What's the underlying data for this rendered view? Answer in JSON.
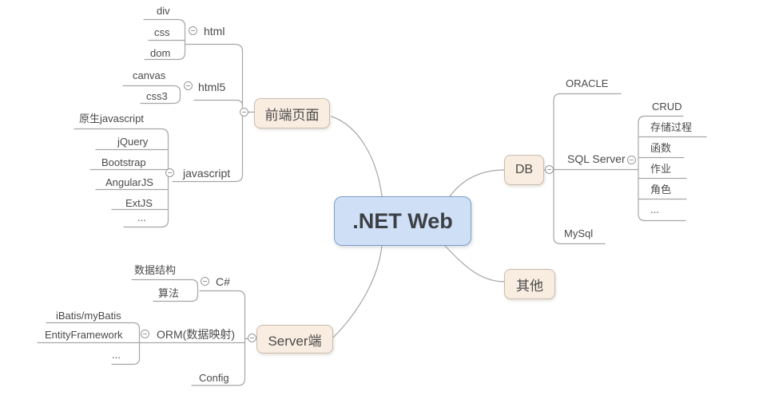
{
  "map": {
    "root": {
      "label": ".NET Web",
      "children": [
        {
          "label": "前端页面",
          "children": [
            {
              "label": "html",
              "children": [
                {
                  "label": "div"
                },
                {
                  "label": "css"
                },
                {
                  "label": "dom"
                }
              ]
            },
            {
              "label": "html5",
              "children": [
                {
                  "label": "canvas"
                },
                {
                  "label": "css3"
                }
              ]
            },
            {
              "label": "javascript",
              "children": [
                {
                  "label": "原生javascript"
                },
                {
                  "label": "jQuery"
                },
                {
                  "label": "Bootstrap"
                },
                {
                  "label": "AngularJS"
                },
                {
                  "label": "ExtJS"
                },
                {
                  "label": "..."
                }
              ]
            }
          ]
        },
        {
          "label": "DB",
          "children": [
            {
              "label": "ORACLE"
            },
            {
              "label": "SQL Server",
              "children": [
                {
                  "label": "CRUD"
                },
                {
                  "label": "存储过程"
                },
                {
                  "label": "函数"
                },
                {
                  "label": "作业"
                },
                {
                  "label": "角色"
                },
                {
                  "label": "..."
                }
              ]
            },
            {
              "label": "MySql"
            }
          ]
        },
        {
          "label": "其他"
        },
        {
          "label": "Server端",
          "children": [
            {
              "label": "C#",
              "children": [
                {
                  "label": "数据结构"
                },
                {
                  "label": "算法"
                }
              ]
            },
            {
              "label": "ORM(数据映射)",
              "children": [
                {
                  "label": "iBatis/myBatis"
                },
                {
                  "label": "EntityFramework"
                },
                {
                  "label": "..."
                }
              ]
            },
            {
              "label": "Config"
            }
          ]
        }
      ]
    }
  },
  "icons": {
    "collapse_toggle": "minus-circle-icon"
  },
  "colors": {
    "central_fill": "#cfe0f6",
    "central_border": "#7e9cc9",
    "branch_fill": "#f9ede1",
    "branch_border": "#c9bcad",
    "line": "#a6a6a6",
    "text": "#4a4a4a"
  }
}
